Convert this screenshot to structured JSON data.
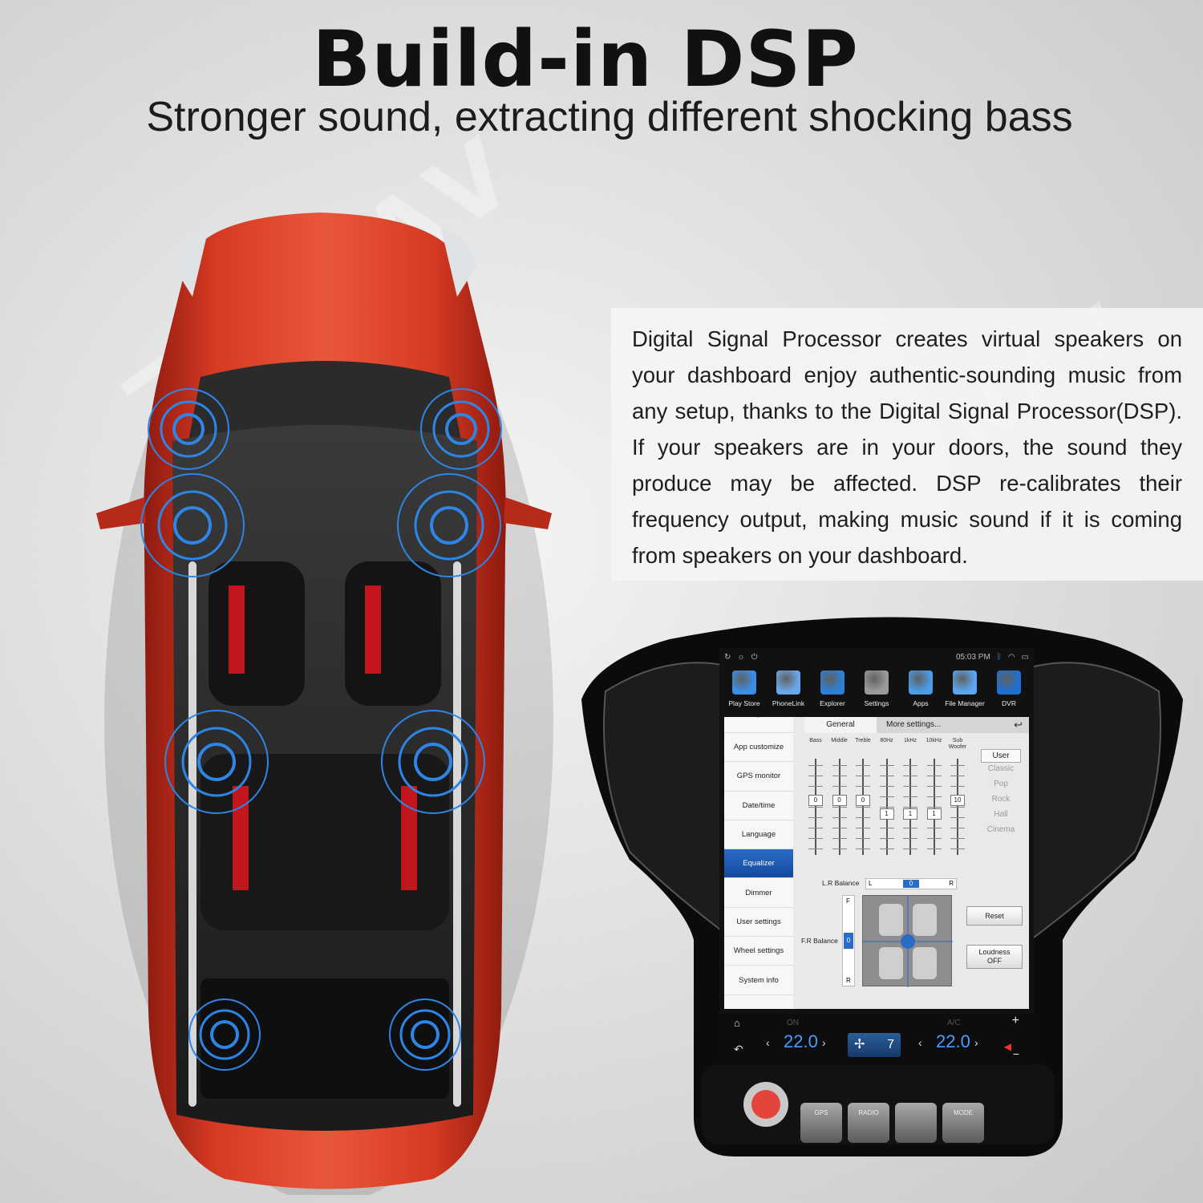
{
  "headline": "Build-in  DSP",
  "subhead": "Stronger sound, extracting different shocking bass",
  "watermark": "ZWNAV",
  "description": "Digital Signal Processor creates virtual speakers on your dashboard enjoy authentic-sounding music from any setup, thanks to the Digital Signal Processor(DSP). If your speakers are in your doors, the sound they produce may be affected. DSP re-calibrates their frequency output, making music sound if it is coming from speakers on your dashboard.",
  "screen": {
    "status_time": "05:03 PM",
    "apps": [
      {
        "label": "Play Store",
        "icon": "play-store-icon",
        "color": "#3a8ee6"
      },
      {
        "label": "PhoneLink",
        "icon": "phonelink-icon",
        "color": "#6aa7e8"
      },
      {
        "label": "Explorer",
        "icon": "globe-icon",
        "color": "#2e7fd8"
      },
      {
        "label": "Settings",
        "icon": "gear-icon",
        "color": "#9a9a9a"
      },
      {
        "label": "Apps",
        "icon": "apps-grid-icon",
        "color": "#4b9be8"
      },
      {
        "label": "File Manager",
        "icon": "folder-icon",
        "color": "#5aa6ef"
      },
      {
        "label": "DVR",
        "icon": "dvr-icon",
        "color": "#1f6fd0"
      }
    ],
    "tabs": {
      "general": "General",
      "more": "More settings..."
    },
    "menu": {
      "first": "Navigation",
      "items": [
        "App customize",
        "GPS monitor",
        "Date/time",
        "Language",
        "Equalizer",
        "Dimmer",
        "User settings",
        "Wheel settings",
        "System info"
      ],
      "active": "Equalizer"
    },
    "bands": [
      {
        "label": "Bass",
        "value": "0",
        "level": 0
      },
      {
        "label": "Middle",
        "value": "0",
        "level": 0
      },
      {
        "label": "Treble",
        "value": "0",
        "level": 0
      },
      {
        "label": "80Hz",
        "value": "1",
        "level": 1
      },
      {
        "label": "1kHz",
        "value": "1",
        "level": 1
      },
      {
        "label": "10kHz",
        "value": "1",
        "level": 1
      },
      {
        "label": "Sub Woofer",
        "value": "10",
        "level": 10
      }
    ],
    "presets": [
      "User",
      "Classic",
      "Pop",
      "Rock",
      "Hall",
      "Cinema"
    ],
    "selected_preset": "User",
    "lr_balance_label": "L.R Balance",
    "lr": {
      "left": "L",
      "value": "0",
      "right": "R"
    },
    "fr_balance_label": "F.R Balance",
    "fr": {
      "front": "F",
      "value": "0",
      "rear": "R"
    },
    "reset_label": "Reset",
    "loudness_label": "Loudness",
    "loudness_value": "OFF",
    "climate": {
      "on": "ON",
      "ac": "A/C",
      "left_temp": "22.0",
      "right_temp": "22.0",
      "fan_level": "7",
      "plus": "+",
      "minus": "−"
    }
  },
  "hardware_buttons": [
    "GPS",
    "RADIO",
    "",
    "MODE"
  ],
  "colors": {
    "accent_blue": "#1c62c4",
    "car_red": "#d1331f",
    "speaker_blue": "#2d86e6"
  }
}
